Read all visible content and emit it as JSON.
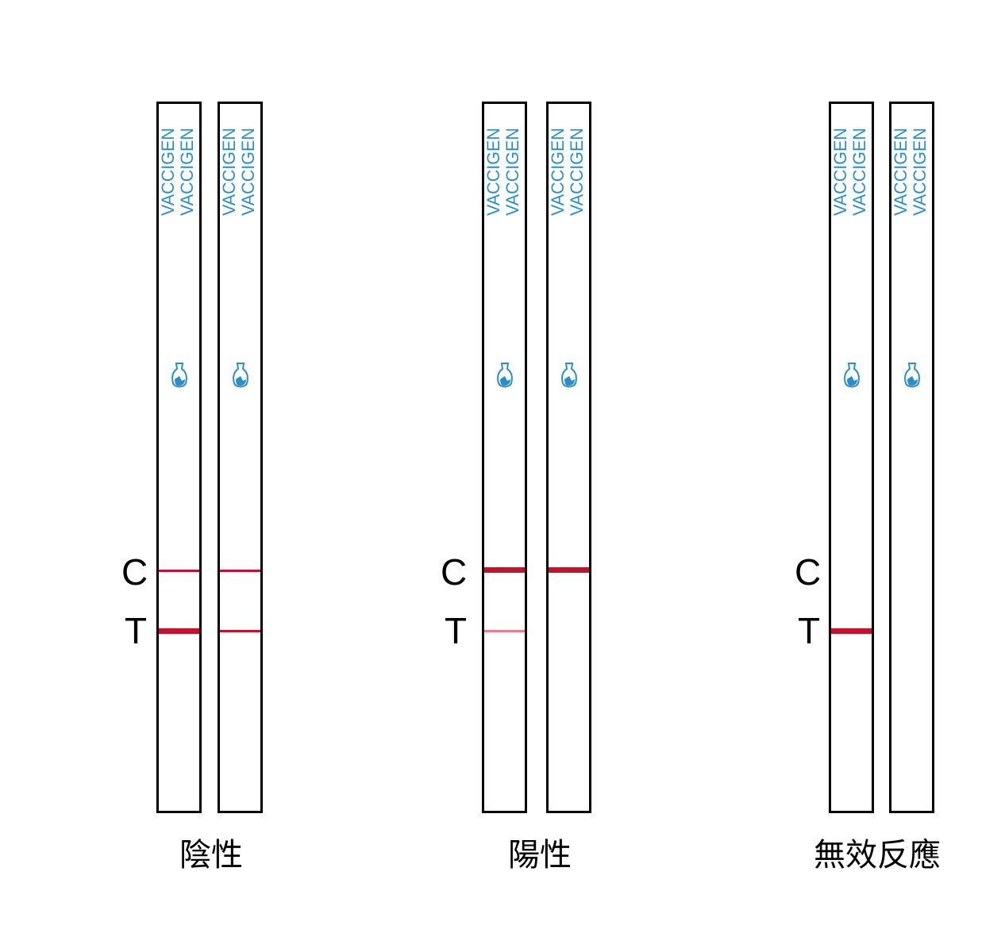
{
  "brand_text": "VACCIGEN",
  "colors": {
    "strip_border": "#000000",
    "brand": "#2a8fc8",
    "band_red": "#c8102e",
    "band_faint": "#ee7b85"
  },
  "groups": [
    {
      "caption": "陰性",
      "c_label": "C",
      "t_label": "T",
      "strips": [
        {
          "c_band": "thin",
          "t_band": "thick"
        },
        {
          "c_band": "thin",
          "t_band": "thin"
        }
      ]
    },
    {
      "caption": "陽性",
      "c_label": "C",
      "t_label": "T",
      "strips": [
        {
          "c_band": "thick",
          "t_band": "faint"
        },
        {
          "c_band": "thick",
          "t_band": "none"
        }
      ]
    },
    {
      "caption": "無效反應",
      "c_label": "C",
      "t_label": "T",
      "strips": [
        {
          "c_band": "none",
          "t_band": "thick"
        },
        {
          "c_band": "none",
          "t_band": "none"
        }
      ]
    }
  ]
}
